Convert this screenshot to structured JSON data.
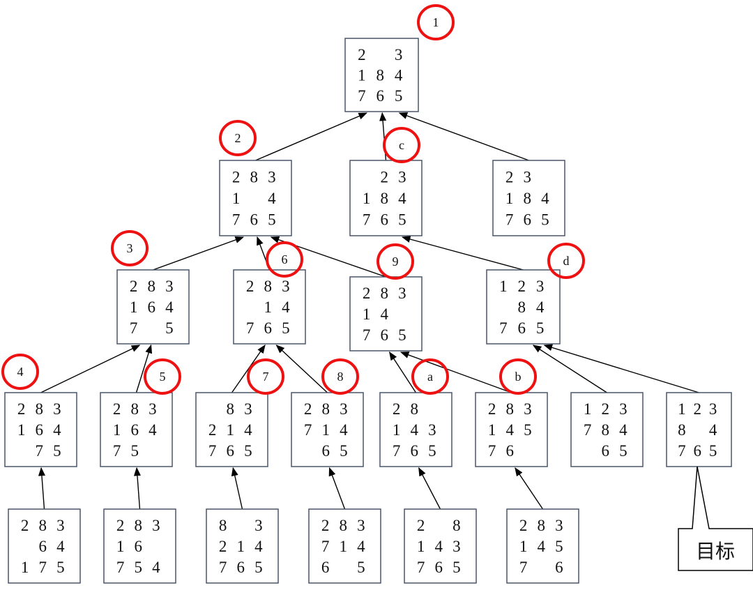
{
  "colors": {
    "box_border": "#4a5568",
    "circle": "#ee1111",
    "edge": "#000000"
  },
  "nodes": [
    {
      "id": "root",
      "label": "1",
      "board": [
        [
          "2",
          "",
          "3"
        ],
        [
          "1",
          "8",
          "4"
        ],
        [
          "7",
          "6",
          "5"
        ]
      ]
    },
    {
      "id": "n2",
      "label": "2",
      "board": [
        [
          "2",
          "8",
          "3"
        ],
        [
          "1",
          "",
          "4"
        ],
        [
          "7",
          "6",
          "5"
        ]
      ]
    },
    {
      "id": "nc",
      "label": "c",
      "board": [
        [
          "",
          "2",
          "3"
        ],
        [
          "1",
          "8",
          "4"
        ],
        [
          "7",
          "6",
          "5"
        ]
      ]
    },
    {
      "id": "nr",
      "label": "",
      "board": [
        [
          "2",
          "3",
          ""
        ],
        [
          "1",
          "8",
          "4"
        ],
        [
          "7",
          "6",
          "5"
        ]
      ]
    },
    {
      "id": "n3",
      "label": "3",
      "board": [
        [
          "2",
          "8",
          "3"
        ],
        [
          "1",
          "6",
          "4"
        ],
        [
          "7",
          "",
          "5"
        ]
      ]
    },
    {
      "id": "n6",
      "label": "6",
      "board": [
        [
          "2",
          "8",
          "3"
        ],
        [
          "",
          "1",
          "4"
        ],
        [
          "7",
          "6",
          "5"
        ]
      ]
    },
    {
      "id": "n9",
      "label": "9",
      "board": [
        [
          "2",
          "8",
          "3"
        ],
        [
          "1",
          "4",
          ""
        ],
        [
          "7",
          "6",
          "5"
        ]
      ]
    },
    {
      "id": "nd",
      "label": "d",
      "board": [
        [
          "1",
          "2",
          "3"
        ],
        [
          "",
          "8",
          "4"
        ],
        [
          "7",
          "6",
          "5"
        ]
      ]
    },
    {
      "id": "n4",
      "label": "4",
      "board": [
        [
          "2",
          "8",
          "3"
        ],
        [
          "1",
          "6",
          "4"
        ],
        [
          "",
          "7",
          "5"
        ]
      ]
    },
    {
      "id": "n5",
      "label": "5",
      "board": [
        [
          "2",
          "8",
          "3"
        ],
        [
          "1",
          "6",
          "4"
        ],
        [
          "7",
          "5",
          ""
        ]
      ]
    },
    {
      "id": "n7",
      "label": "7",
      "board": [
        [
          "",
          "8",
          "3"
        ],
        [
          "2",
          "1",
          "4"
        ],
        [
          "7",
          "6",
          "5"
        ]
      ]
    },
    {
      "id": "n8",
      "label": "8",
      "board": [
        [
          "2",
          "8",
          "3"
        ],
        [
          "7",
          "1",
          "4"
        ],
        [
          "",
          "6",
          "5"
        ]
      ]
    },
    {
      "id": "na",
      "label": "a",
      "board": [
        [
          "2",
          "8",
          ""
        ],
        [
          "1",
          "4",
          "3"
        ],
        [
          "7",
          "6",
          "5"
        ]
      ]
    },
    {
      "id": "nb",
      "label": "b",
      "board": [
        [
          "2",
          "8",
          "3"
        ],
        [
          "1",
          "4",
          "5"
        ],
        [
          "7",
          "6",
          ""
        ]
      ]
    },
    {
      "id": "ne",
      "label": "",
      "board": [
        [
          "1",
          "2",
          "3"
        ],
        [
          "7",
          "8",
          "4"
        ],
        [
          "",
          "6",
          "5"
        ]
      ]
    },
    {
      "id": "goal",
      "label": "",
      "board": [
        [
          "1",
          "2",
          "3"
        ],
        [
          "8",
          "",
          "4"
        ],
        [
          "7",
          "6",
          "5"
        ]
      ]
    },
    {
      "id": "l1",
      "label": "",
      "board": [
        [
          "2",
          "8",
          "3"
        ],
        [
          "",
          "6",
          "4"
        ],
        [
          "1",
          "7",
          "5"
        ]
      ]
    },
    {
      "id": "l2",
      "label": "",
      "board": [
        [
          "2",
          "8",
          "3"
        ],
        [
          "1",
          "6",
          ""
        ],
        [
          "7",
          "5",
          "4"
        ]
      ]
    },
    {
      "id": "l3",
      "label": "",
      "board": [
        [
          "8",
          "",
          "3"
        ],
        [
          "2",
          "1",
          "4"
        ],
        [
          "7",
          "6",
          "5"
        ]
      ]
    },
    {
      "id": "l4",
      "label": "",
      "board": [
        [
          "2",
          "8",
          "3"
        ],
        [
          "7",
          "1",
          "4"
        ],
        [
          "6",
          "",
          "5"
        ]
      ]
    },
    {
      "id": "l5",
      "label": "",
      "board": [
        [
          "2",
          "",
          "8"
        ],
        [
          "1",
          "4",
          "3"
        ],
        [
          "7",
          "6",
          "5"
        ]
      ]
    },
    {
      "id": "l6",
      "label": "",
      "board": [
        [
          "2",
          "8",
          "3"
        ],
        [
          "1",
          "4",
          "5"
        ],
        [
          "7",
          "",
          "6"
        ]
      ]
    }
  ],
  "edges": [
    [
      "n2",
      "root"
    ],
    [
      "nc",
      "root"
    ],
    [
      "nr",
      "root"
    ],
    [
      "n3",
      "n2"
    ],
    [
      "n6",
      "n2"
    ],
    [
      "n9",
      "n2"
    ],
    [
      "nd",
      "nc"
    ],
    [
      "n4",
      "n3"
    ],
    [
      "n5",
      "n3"
    ],
    [
      "n7",
      "n6"
    ],
    [
      "n8",
      "n6"
    ],
    [
      "na",
      "n9"
    ],
    [
      "nb",
      "n9"
    ],
    [
      "ne",
      "nd"
    ],
    [
      "goal",
      "nd"
    ],
    [
      "l1",
      "n4"
    ],
    [
      "l2",
      "n5"
    ],
    [
      "l3",
      "n7"
    ],
    [
      "l4",
      "n8"
    ],
    [
      "l5",
      "na"
    ],
    [
      "l6",
      "nb"
    ]
  ],
  "callout": {
    "text": "目标",
    "target": "goal"
  }
}
